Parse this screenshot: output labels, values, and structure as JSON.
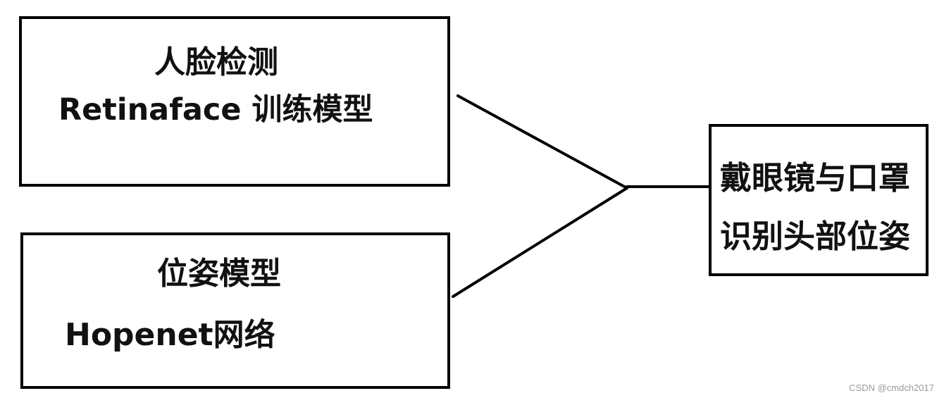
{
  "nodes": {
    "face_detection": {
      "title": "人脸检测",
      "subtitle": "Retinaface 训练模型"
    },
    "pose_model": {
      "title": "位姿模型",
      "subtitle": "Hopenet网络"
    },
    "result": {
      "line1": "戴眼镜与口罩",
      "line2": "识别头部位姿"
    }
  },
  "edges": [
    {
      "from": "face_detection",
      "to": "result"
    },
    {
      "from": "pose_model",
      "to": "result"
    }
  ],
  "watermark": "CSDN @cmdch2017",
  "colors": {
    "stroke": "#000000",
    "text": "#111111",
    "watermark": "#9a9a9a"
  }
}
